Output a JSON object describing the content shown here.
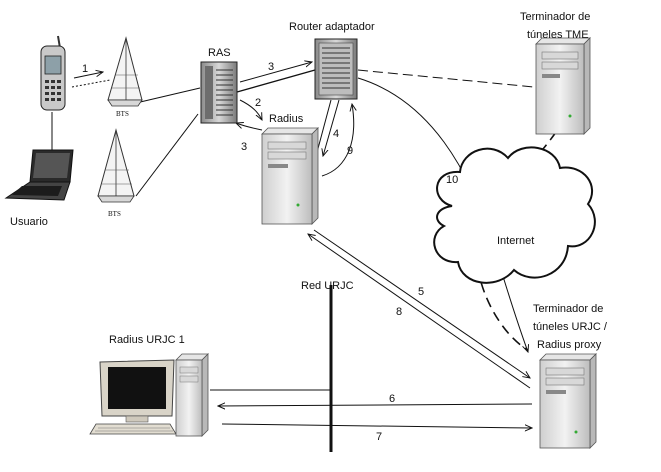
{
  "nodes": {
    "usuario": "Usuario",
    "bts_top": "BTS",
    "bts_bottom": "BTS",
    "ras": "RAS",
    "router": "Router adaptador",
    "radius": "Radius",
    "terminador_tme_line1": "Terminador de",
    "terminador_tme_line2": "túneles TME",
    "internet": "Internet",
    "red_urjc": "Red URJC",
    "terminador_urjc_line1": "Terminador de",
    "terminador_urjc_line2": "túneles URJC /",
    "terminador_urjc_line3": "Radius proxy",
    "radius_urjc": "Radius URJC 1"
  },
  "steps": {
    "s1": "1",
    "s2": "2",
    "s3a": "3",
    "s3b": "3",
    "s4": "4",
    "s5": "5",
    "s6": "6",
    "s7": "7",
    "s8": "8",
    "s9": "9",
    "s10": "10"
  }
}
